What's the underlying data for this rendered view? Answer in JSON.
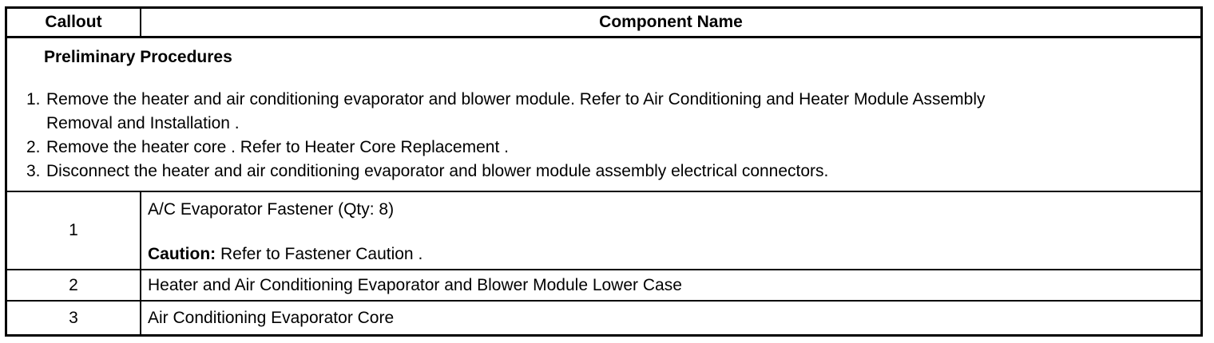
{
  "table": {
    "header": {
      "callout": "Callout",
      "component_name": "Component Name"
    },
    "preliminary": {
      "title": "Preliminary Procedures",
      "steps": [
        {
          "number": "1.",
          "lines": [
            "Remove the heater and air conditioning evaporator and blower module. Refer to Air Conditioning and Heater Module Assembly",
            "Removal and Installation ."
          ]
        },
        {
          "number": "2.",
          "lines": [
            "Remove the heater core . Refer to Heater Core Replacement ."
          ]
        },
        {
          "number": "3.",
          "lines": [
            "Disconnect the heater and air conditioning evaporator and blower module assembly electrical connectors."
          ]
        }
      ]
    },
    "rows": [
      {
        "callout": "1",
        "name": "A/C Evaporator Fastener (Qty: 8)",
        "caution_label": "Caution:",
        "caution_text": " Refer to Fastener Caution ."
      },
      {
        "callout": "2",
        "name": "Heater and Air Conditioning Evaporator and Blower Module Lower Case"
      },
      {
        "callout": "3",
        "name": "Air Conditioning Evaporator Core"
      }
    ],
    "colors": {
      "border": "#000000",
      "background": "#ffffff",
      "text": "#000000"
    }
  }
}
